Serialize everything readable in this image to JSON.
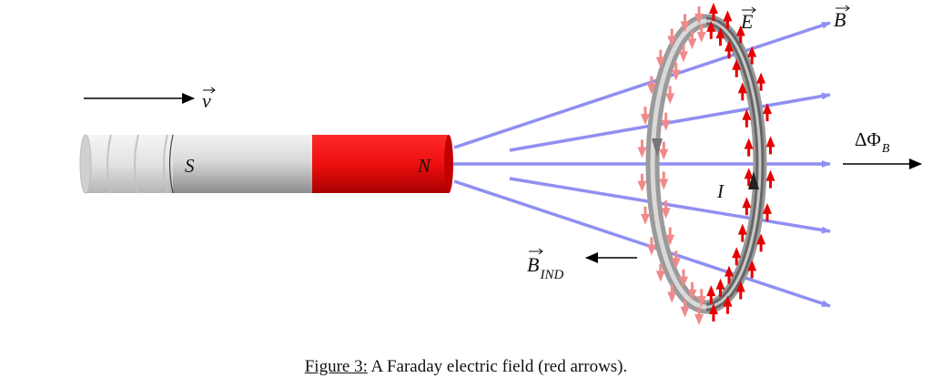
{
  "labels": {
    "v": "v",
    "s_pole": "S",
    "n_pole": "N",
    "e_field": "E",
    "b_field": "B",
    "delta_phi": "ΔΦ",
    "delta_phi_sub": "B",
    "current": "I",
    "b_ind": "B",
    "b_ind_sub": "IND"
  },
  "caption": {
    "ref": "Figure 3:",
    "text": " A Faraday electric field (red arrows)."
  },
  "colors": {
    "field_lines": "#8f8ff2",
    "magnet_north": "#ec0f0f",
    "magnet_south": "#c9c9c9",
    "e_arrows_front": "#e60000",
    "e_arrows_back": "#f08a8a",
    "ring": "#8a8a8a"
  }
}
